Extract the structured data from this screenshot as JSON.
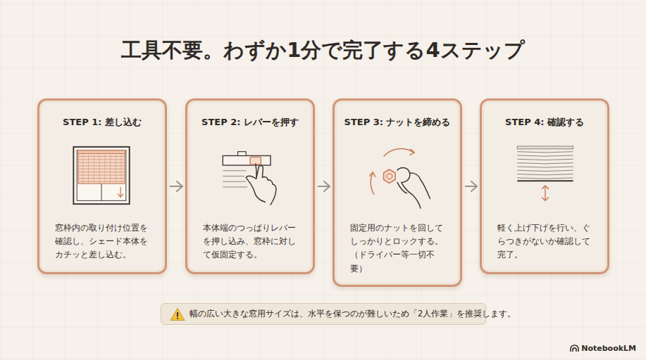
{
  "diagram": {
    "title": "工具不要。わずか1分で完了する4ステップ",
    "nodes": [
      {
        "text": [
          "STEP 1: 差し込む",
          "窓枠内の取り付け位置を確認し、シェード本体をカチッと差し込む。"
        ]
      },
      {
        "text": [
          "STEP 2: レバーを押す",
          "本体端のつっぱりレバーを押し込み、窓枠に対して仮固定する。"
        ]
      },
      {
        "text": [
          "STEP 3: ナットを締める",
          "固定用のナットを回してしっかりとロックする。（ドライバー等一切不要）"
        ]
      },
      {
        "text": [
          "STEP 4: 確認する",
          "軽く上げ下げを行い、ぐらつきがないか確認して完了。"
        ]
      },
      {
        "text": [
          "幅の広い大きな窓用サイズは、水平を保つのが難しいため「2人作業」を推奨します。"
        ]
      }
    ],
    "edges": [
      {
        "from": 0,
        "to": 1,
        "arrow": "to"
      },
      {
        "from": 1,
        "to": 2,
        "arrow": "to"
      },
      {
        "from": 2,
        "to": 3,
        "arrow": "to"
      }
    ],
    "labels": [
      "NotebookLM"
    ]
  }
}
